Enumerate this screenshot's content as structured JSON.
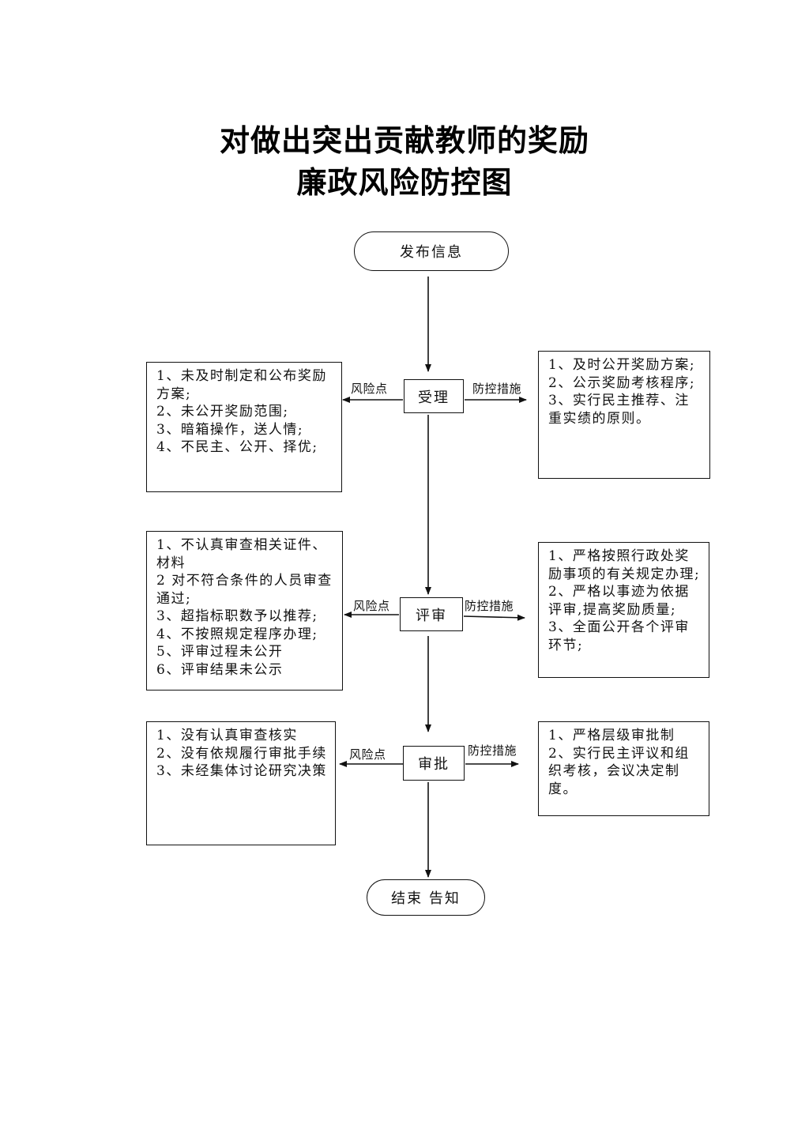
{
  "title": {
    "line1": "对做出突出贡献教师的奖励",
    "line2": "廉政风险防控图"
  },
  "nodes": {
    "start": "发布信息",
    "accept": "受理",
    "review": "评审",
    "approve": "审批",
    "end": "结束 告知"
  },
  "labels": {
    "risk_point": "风险点",
    "control_measure": "防控措施"
  },
  "accept": {
    "risks": [
      "1、未及时制定和公布奖励方案;",
      "2、未公开奖励范围;",
      "3、暗箱操作，送人情;",
      "4、不民主、公开、择优;"
    ],
    "measures": [
      "1、及时公开奖励方案;",
      "2、公示奖励考核程序;",
      "3、实行民主推荐、注重实绩的原则。"
    ]
  },
  "review": {
    "risks": [
      "1、不认真审查相关证件、材料",
      "2 对不符合条件的人员审查通过;",
      "3、超指标职数予以推荐;",
      "4、不按照规定程序办理;",
      "5、评审过程未公开",
      "6、评审结果未公示"
    ],
    "measures": [
      "1、严格按照行政处奖励事项的有关规定办理;",
      "2、严格以事迹为依据评审,提高奖励质量;",
      "3、全面公开各个评审环节;"
    ]
  },
  "approve": {
    "risks": [
      "1、没有认真审查核实",
      "2、没有依规履行审批手续",
      "3、未经集体讨论研究决策"
    ],
    "measures": [
      "1、严格层级审批制",
      "2、实行民主评议和组织考核，会议决定制度。"
    ]
  }
}
